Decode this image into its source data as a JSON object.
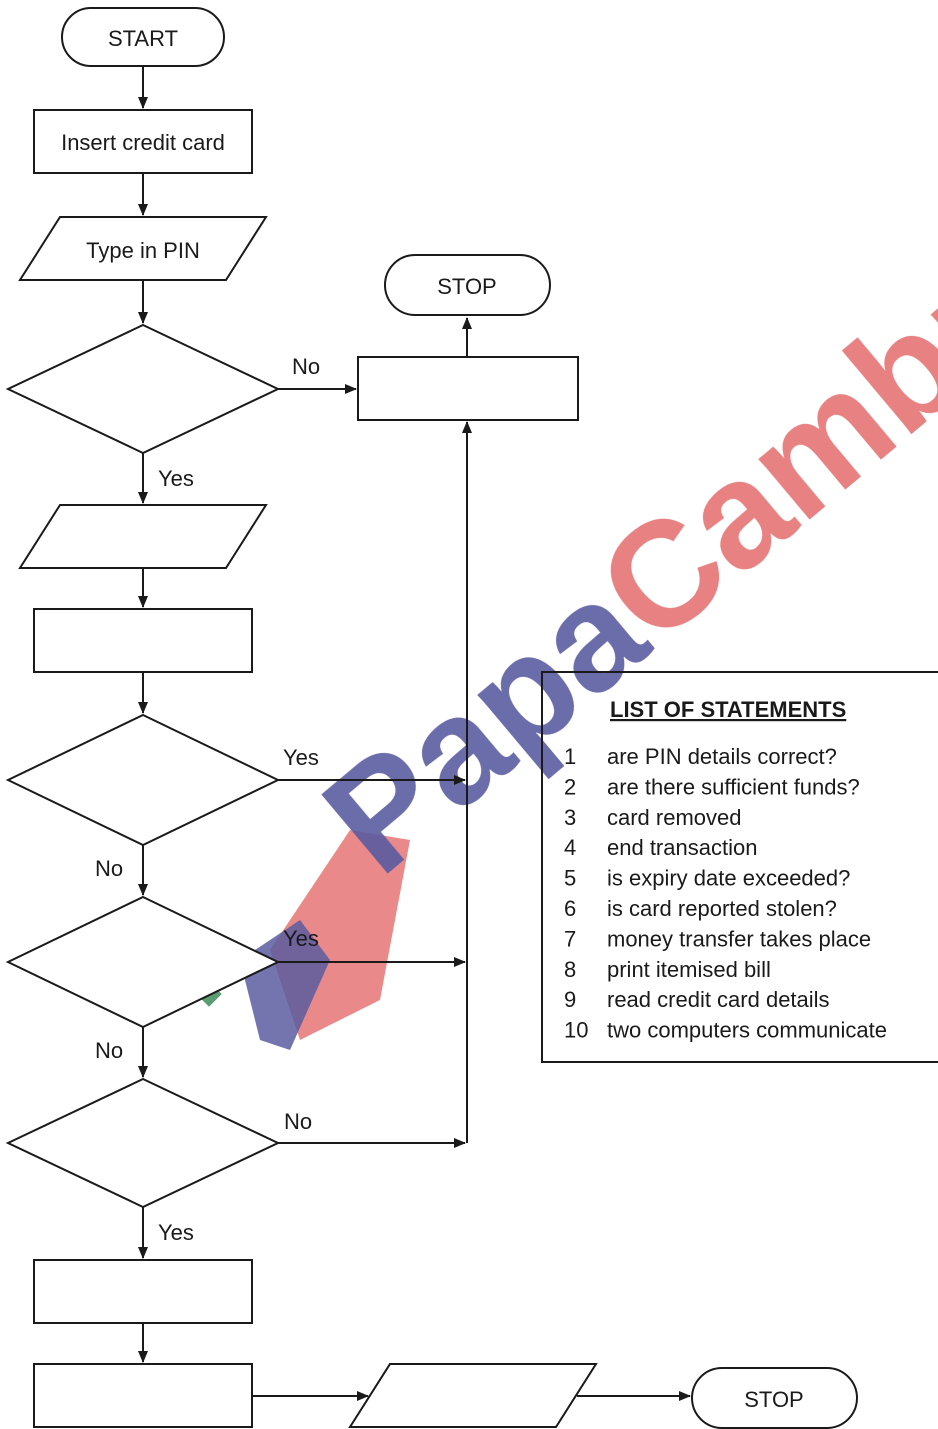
{
  "flowchart": {
    "start_label": "START",
    "insert_card_label": "Insert credit card",
    "type_pin_label": "Type in PIN",
    "stop_top_label": "STOP",
    "stop_bottom_label": "STOP",
    "edge_labels": {
      "d1_no": "No",
      "d1_yes": "Yes",
      "d2_yes": "Yes",
      "d2_no": "No",
      "d3_yes": "Yes",
      "d3_no": "No",
      "d4_no": "No",
      "d4_yes": "Yes"
    }
  },
  "statements": {
    "title": "LIST OF STATEMENTS",
    "items": [
      {
        "num": "1",
        "text": "are PIN details correct?"
      },
      {
        "num": "2",
        "text": "are there sufficient funds?"
      },
      {
        "num": "3",
        "text": "card removed"
      },
      {
        "num": "4",
        "text": "end transaction"
      },
      {
        "num": "5",
        "text": "is expiry date exceeded?"
      },
      {
        "num": "6",
        "text": "is card reported stolen?"
      },
      {
        "num": "7",
        "text": "money transfer takes place"
      },
      {
        "num": "8",
        "text": "print itemised bill"
      },
      {
        "num": "9",
        "text": "read credit card details"
      },
      {
        "num": "10",
        "text": "two computers communicate"
      }
    ]
  },
  "watermark": {
    "text": "PapaCambridge",
    "color_red": "#e05a5a",
    "color_blue": "#3d3f8f"
  }
}
